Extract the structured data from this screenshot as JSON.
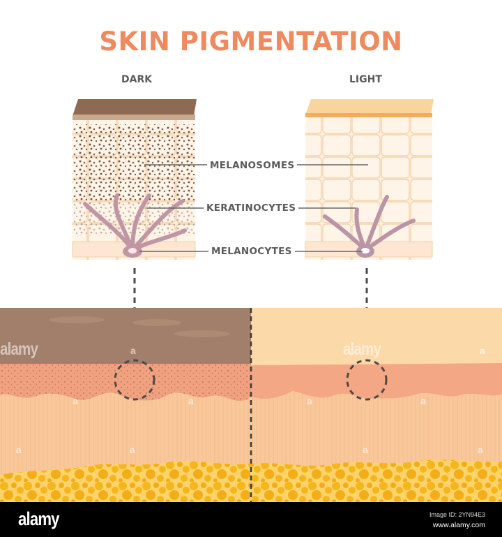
{
  "title": "SKIN PIGMENTATION",
  "columns": {
    "dark": {
      "label": "DARK",
      "color": "#8b6a55"
    },
    "light": {
      "label": "LIGHT",
      "color": "#f6b26b"
    }
  },
  "callouts": [
    {
      "label": "MELANOSOMES"
    },
    {
      "label": "KERATINOCYTES"
    },
    {
      "label": "MELANOCYTES"
    }
  ],
  "colors": {
    "title": "#ee8a5e",
    "dark_stratum": "#a07e69",
    "light_stratum": "#fbd9a8",
    "epidermis_dark": "#f0a17e",
    "epidermis_light": "#f3a683",
    "dermis": "#f8c79a",
    "fat": "#f5b820",
    "melanocyte": "#b98c9c"
  },
  "watermark": {
    "logo": "alamy",
    "letter": "a",
    "image_id": "Image ID: 2YN94E3",
    "url": "www.alamy.com"
  }
}
